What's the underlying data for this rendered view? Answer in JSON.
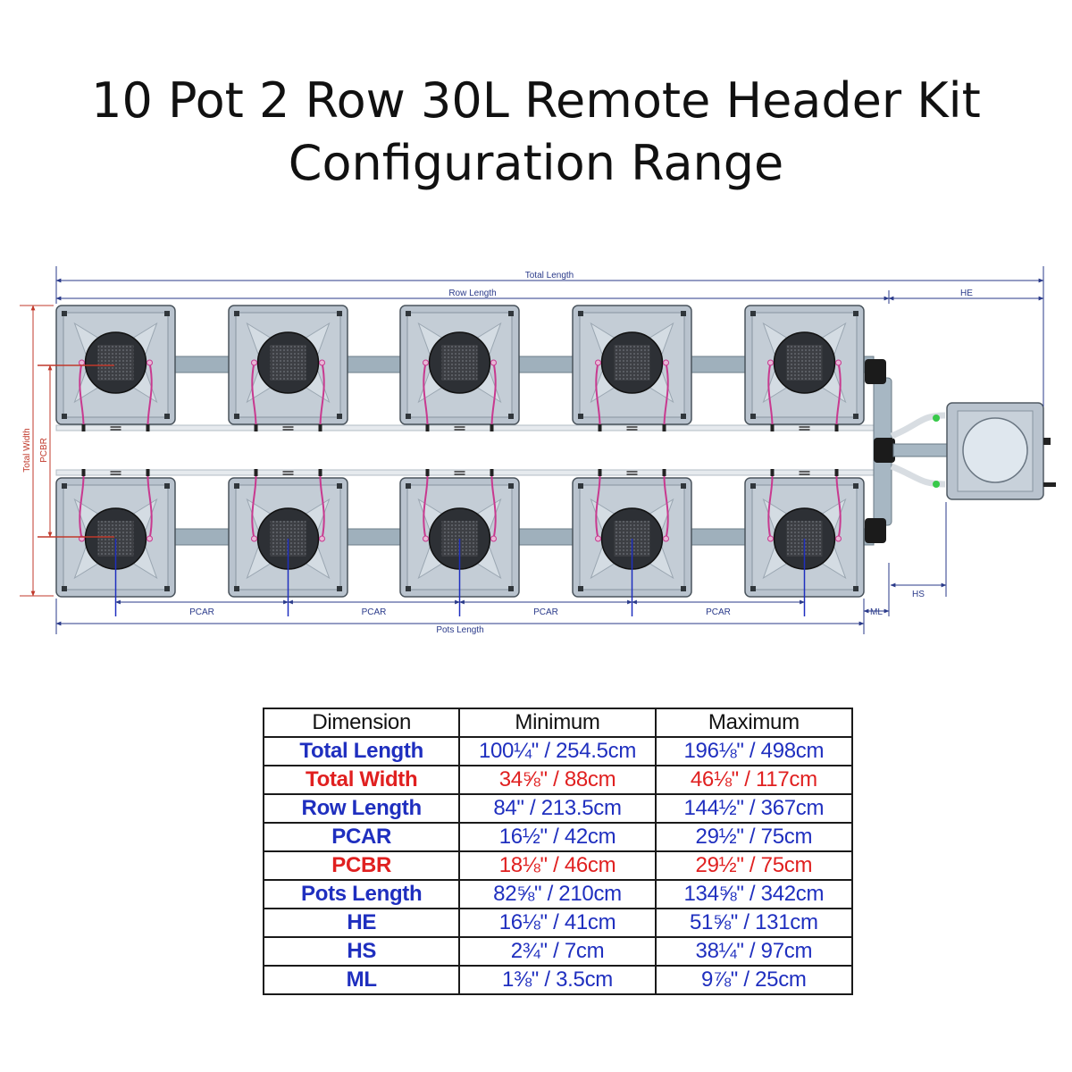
{
  "title": {
    "line1": "10 Pot 2 Row 30L Remote Header Kit",
    "line2": "Configuration Range"
  },
  "diagram": {
    "labels": {
      "total_length": "Total Length",
      "row_length": "Row Length",
      "he": "HE",
      "total_width": "Total Width",
      "pcbr": "PCBR",
      "pcar": "PCAR",
      "ml": "ML",
      "hs": "HS",
      "pots_length": "Pots Length"
    },
    "colors": {
      "dimension_blue": "#2a3a8a",
      "dimension_red": "#c0392b",
      "pot_fill": "#b9c3ce",
      "pipe": "#9fb0bc",
      "hose": "#c8398f"
    }
  },
  "table": {
    "headers": [
      "Dimension",
      "Minimum",
      "Maximum"
    ],
    "rows": [
      {
        "name": "Total Length",
        "min": "100¼\" / 254.5cm",
        "max": "196⅛\" / 498cm",
        "color": "#1f2fbf"
      },
      {
        "name": "Total Width",
        "min": "34⅝\" / 88cm",
        "max": "46⅛\" / 117cm",
        "color": "#e02020"
      },
      {
        "name": "Row Length",
        "min": "84\" / 213.5cm",
        "max": "144½\" / 367cm",
        "color": "#1f2fbf"
      },
      {
        "name": "PCAR",
        "min": "16½\" / 42cm",
        "max": "29½\" / 75cm",
        "color": "#1f2fbf"
      },
      {
        "name": "PCBR",
        "min": "18⅛\" / 46cm",
        "max": "29½\" / 75cm",
        "color": "#e02020"
      },
      {
        "name": "Pots Length",
        "min": "82⅝\" / 210cm",
        "max": "134⅝\" / 342cm",
        "color": "#1f2fbf"
      },
      {
        "name": "HE",
        "min": "16⅛\" / 41cm",
        "max": "51⅝\" / 131cm",
        "color": "#1f2fbf"
      },
      {
        "name": "HS",
        "min": "2¾\" / 7cm",
        "max": "38¼\" / 97cm",
        "color": "#1f2fbf"
      },
      {
        "name": "ML",
        "min": "1⅜\" / 3.5cm",
        "max": "9⅞\" / 25cm",
        "color": "#1f2fbf"
      }
    ]
  }
}
